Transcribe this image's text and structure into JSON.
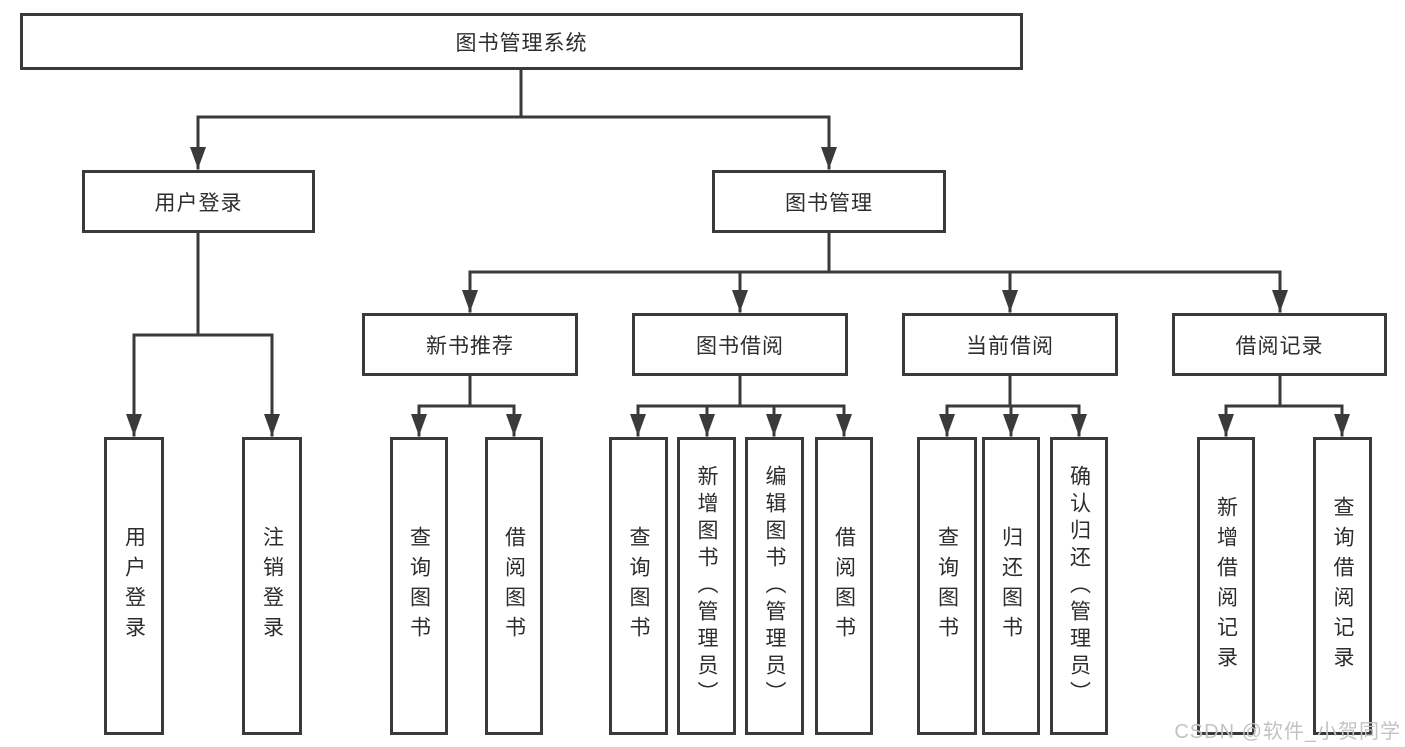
{
  "colors": {
    "line": "#3a3a3a",
    "border": "#3a3a3a",
    "text": "#2d2d2d",
    "background": "#ffffff",
    "watermark": "#c3c3c3"
  },
  "watermark": "CSDN @软件_小贺同学",
  "tree": {
    "root": "图书管理系统",
    "branches": [
      {
        "label": "用户登录",
        "children": [
          "用户登录",
          "注销登录"
        ]
      },
      {
        "label": "图书管理",
        "groups": [
          {
            "label": "新书推荐",
            "children": [
              "查询图书",
              "借阅图书"
            ]
          },
          {
            "label": "图书借阅",
            "children": [
              "查询图书",
              "新增图书（管理员）",
              "编辑图书（管理员）",
              "借阅图书"
            ]
          },
          {
            "label": "当前借阅",
            "children": [
              "查询图书",
              "归还图书",
              "确认归还（管理员）"
            ]
          },
          {
            "label": "借阅记录",
            "children": [
              "新增借阅记录",
              "查询借阅记录"
            ]
          }
        ]
      }
    ]
  }
}
